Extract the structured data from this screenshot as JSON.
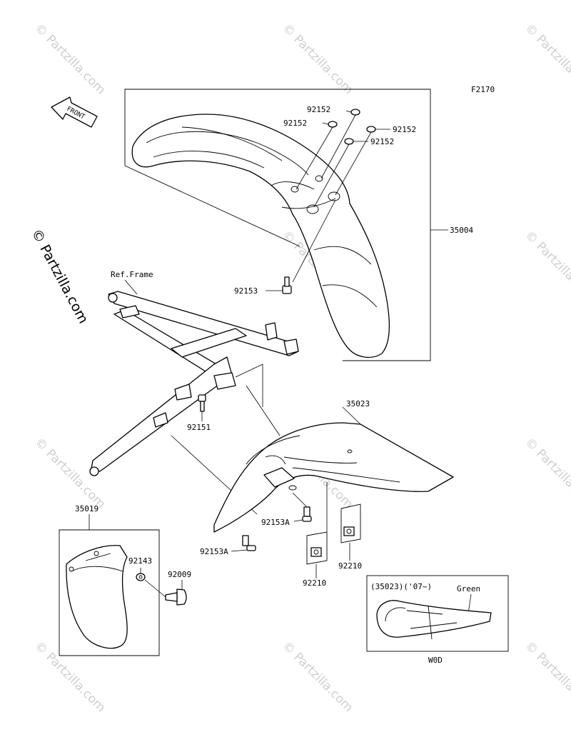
{
  "figure_code": "F2170",
  "front_label": "FRONT",
  "ref_frame_label": "Ref.Frame",
  "watermark": {
    "big": "© Partzilla.com",
    "small": "© Partzilla.com"
  },
  "parts": {
    "fender_assy": "35004",
    "washer_a": "92152",
    "washer_b": "92152",
    "washer_c": "92152",
    "washer_d": "92152",
    "bolt_front_fender": "92153",
    "rear_fender": "35023",
    "bolt_frame": "92151",
    "bolt_rear_a1": "92153A",
    "bolt_rear_a2": "92153A",
    "nut_a": "92210",
    "nut_b": "92210",
    "cover": "35019",
    "washer_cover": "92143",
    "screw_cover": "92009"
  },
  "inset": {
    "header": "(35023)('07~)",
    "color_label": "Green",
    "code": "W0D"
  }
}
